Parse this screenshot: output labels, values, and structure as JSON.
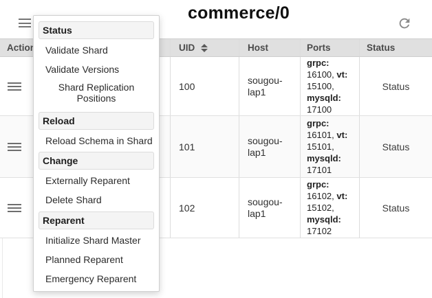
{
  "header": {
    "title": "commerce/0"
  },
  "action_menu": {
    "sections": [
      {
        "header": "Status",
        "items": [
          "Validate Shard",
          "Validate Versions",
          "Shard Replication Positions"
        ]
      },
      {
        "header": "Reload",
        "items": [
          "Reload Schema in Shard"
        ]
      },
      {
        "header": "Change",
        "items": [
          "Externally Reparent",
          "Delete Shard"
        ]
      },
      {
        "header": "Reparent",
        "items": [
          "Initialize Shard Master",
          "Planned Reparent",
          "Emergency Reparent"
        ]
      }
    ]
  },
  "table": {
    "columns": [
      "Actions",
      "UID",
      "Host",
      "Ports",
      "Status"
    ],
    "rows": [
      {
        "uid": "100",
        "host": "sougou-lap1",
        "ports": [
          {
            "label": "grpc:",
            "value": "16100,"
          },
          {
            "label": "vt:",
            "value": "15100,"
          },
          {
            "label": "mysqld:",
            "value": "17100"
          }
        ],
        "status": "Status"
      },
      {
        "uid": "101",
        "host": "sougou-lap1",
        "ports": [
          {
            "label": "grpc:",
            "value": "16101,"
          },
          {
            "label": "vt:",
            "value": "15101,"
          },
          {
            "label": "mysqld:",
            "value": "17101"
          }
        ],
        "status": "Status"
      },
      {
        "uid": "102",
        "host": "sougou-lap1",
        "ports": [
          {
            "label": "grpc:",
            "value": "16102,"
          },
          {
            "label": "vt:",
            "value": "15102,"
          },
          {
            "label": "mysqld:",
            "value": "17102"
          }
        ],
        "status": "Status"
      }
    ]
  },
  "icons": {
    "menu": "hamburger-icon",
    "refresh": "refresh-icon",
    "sort": "sort-updown-icon"
  },
  "colors": {
    "table_header_bg": "#e0e0e0",
    "row_alt_bg": "#fafafa",
    "border": "#e0e0e0",
    "menu_section_bg": "#f4f4f4",
    "icon_gray": "#757575",
    "text_dark": "#212121"
  }
}
